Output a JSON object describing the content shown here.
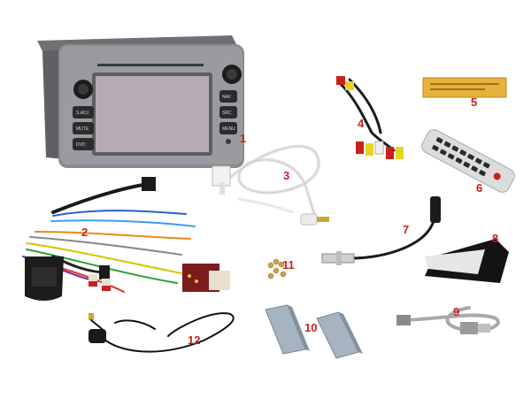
{
  "colors": {
    "callout": "#c8201d",
    "head_unit_body": "#8a8b8f",
    "screen": "#b7aab4",
    "cable_white": "#eeeeee",
    "cable_black": "#1a1a1a",
    "bracket": "#a6b3c0",
    "manual_gold": "#e6b23a"
  },
  "items": [
    {
      "number": "1",
      "icon": "head-unit-icon"
    },
    {
      "number": "2",
      "icon": "wiring-harness-icon"
    },
    {
      "number": "3",
      "icon": "ipod-cable-icon"
    },
    {
      "number": "4",
      "icon": "rca-cable-icon"
    },
    {
      "number": "5",
      "icon": "warranty-card-icon"
    },
    {
      "number": "6",
      "icon": "remote-control-icon"
    },
    {
      "number": "7",
      "icon": "antenna-adapter-icon"
    },
    {
      "number": "8",
      "icon": "adhesive-pad-icon"
    },
    {
      "number": "9",
      "icon": "usb-cable-icon"
    },
    {
      "number": "10",
      "icon": "mounting-brackets-icon"
    },
    {
      "number": "11",
      "icon": "screws-icon"
    },
    {
      "number": "12",
      "icon": "gps-antenna-icon"
    }
  ],
  "head_unit": {
    "buttons_left": [
      "S.ADJ",
      "MUTE",
      "DVD"
    ],
    "buttons_right": [
      "NAV",
      "SRC",
      "MENU"
    ]
  }
}
